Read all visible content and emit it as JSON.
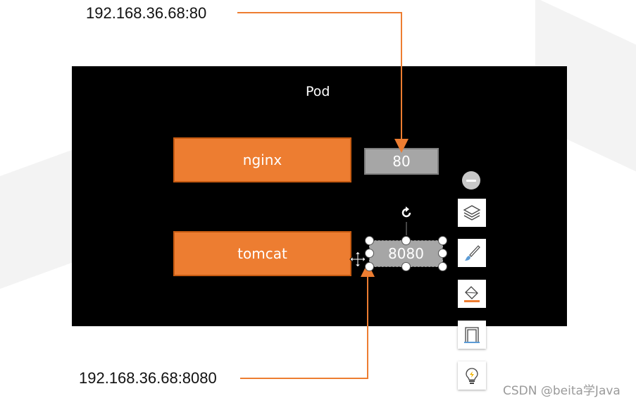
{
  "addresses": {
    "nginx_external": "192.168.36.68:80",
    "tomcat_external": "192.168.36.68:8080"
  },
  "pod": {
    "title": "Pod",
    "containers": [
      {
        "name": "nginx",
        "port": "80"
      },
      {
        "name": "tomcat",
        "port": "8080"
      }
    ]
  },
  "toolbar": {
    "collapse_icon": "minus-circle-icon",
    "buttons": [
      {
        "icon": "layers-icon"
      },
      {
        "icon": "paintbrush-icon"
      },
      {
        "icon": "shape-fill-icon"
      },
      {
        "icon": "frame-icon"
      },
      {
        "icon": "lightbulb-icon"
      }
    ]
  },
  "watermark": "CSDN @beita学Java",
  "colors": {
    "container_fill": "#ed7d31",
    "port_fill": "#a6a6a6",
    "pod_background": "#000000",
    "arrow": "#ed7d31"
  }
}
